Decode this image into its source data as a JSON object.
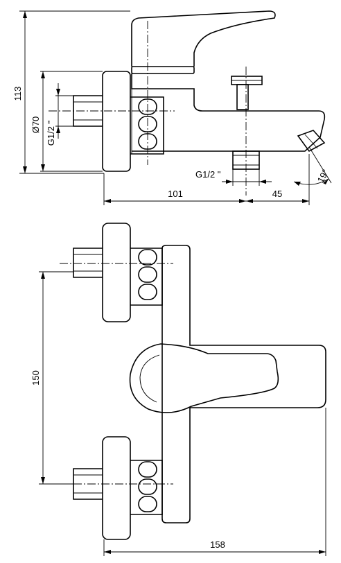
{
  "dimensions": {
    "overall_height": "113",
    "diameter": "Ø70",
    "inlet_thread": "G1/2 \"",
    "outlet_thread": "G1/2 \"",
    "depth_body": "101",
    "depth_spout": "45",
    "spout_angle": "19°",
    "inlet_spacing": "150",
    "overall_width": "158"
  }
}
